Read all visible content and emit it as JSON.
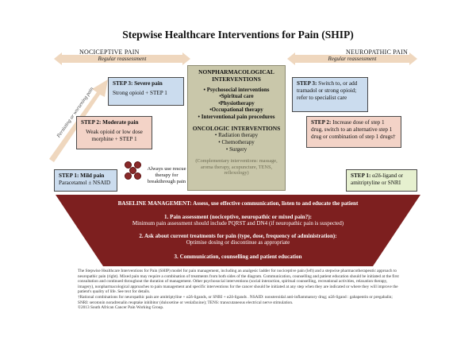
{
  "title": "Stepwise Healthcare Interventions for Pain (SHIP)",
  "left_column": {
    "heading": "NOCICEPTIVE PAIN",
    "reassessment": "Regular reassessment"
  },
  "right_column": {
    "heading": "NEUROPATHIC PAIN",
    "reassessment": "Regular reassessment"
  },
  "colors": {
    "arrow": "#efd7be",
    "step_blue": "#cbdcee",
    "step_pink": "#f3d3c7",
    "step_green": "#e6f0cf",
    "center": "#c9c7aa",
    "baseline": "#7d1f1f"
  },
  "nociceptive_steps": [
    {
      "title": "STEP 3: Severe pain",
      "body": "Strong opioid + STEP 1"
    },
    {
      "title": "STEP 2: Moderate pain",
      "body": "Weak opioid  or low dose morphine + STEP 1"
    },
    {
      "title": "STEP 1: Mild pain",
      "body": "Paracetamol ± NSAID"
    }
  ],
  "persisting_label": "Persisting or worsening pain",
  "rescue_note": "Always use rescue therapy for breakthrough pain",
  "neuropathic_steps": [
    {
      "title": "STEP 3:",
      "body": "Switch to, or add tramadol or strong opioid; refer to specialist care"
    },
    {
      "title": "STEP 2:",
      "body": "Increase dose of step 1 drug, switch to an alternative step 1 drug or combination of step 1 drugs†"
    },
    {
      "title": "STEP 1:",
      "body": "α2δ-ligand or amitriptyline or SNRI"
    }
  ],
  "center": {
    "nonpharm_heading": "NONPHARMACOLOGICAL INTERVENTIONS",
    "nonpharm_items": [
      "• Psychosocial interventions",
      "•Spiritual care",
      "•Physiotherapy",
      "•Occupational therapy",
      "• Interventional pain procedures"
    ],
    "onco_heading": "ONCOLOGIC INTERVENTIONS",
    "onco_items": [
      "• Radiation therapy",
      "• Chemotherapy",
      "• Surgery"
    ],
    "complementary": "(Complementary interventions: massage, aroma therapy, acupuncture, TENS, reflexology)"
  },
  "baseline": {
    "heading": "BASELINE MANAGEMENT: Assess, use effective communication, listen to and educate the patient",
    "item1_title": "1. Pain assessment (nociceptive, neuropathic or mixed pain?):",
    "item1_body": "Minimum pain assessment should include PQRST and DN4 (if neuropathic pain is suspected)",
    "item2_title": "2. Ask about current treatments for pain (type, dose, frequency of administration):",
    "item2_body": "Optimise dosing or discontinue as appropriate",
    "item3_title": "3. Communication, counselling and patient education"
  },
  "footer": {
    "p1": "The Stepwise Healthcare Interventions for Pain (SHIP) model for pain management, including an analgesic ladder for nociceptive pain (left) and a stepwise pharmacotherapeutic approach to neuropathic pain (right).  Mixed pain may require a combination of treatments from both sides of the diagram. Communication, counselling and patient education should be initiated at the first consultation and continued throughout the duration of management. Other psychosocial interventions (social interaction, spiritual counselling, recreational activities, relaxation therapy, imagery),  nonpharmacological approaches to pain management and specific interventions for the cancer should be initiated at any step when they are indicated or where they will improve the patient's quality of life. See text for details.",
    "p2": "†Rational combinations for neuropathic pain are amitriptyline + α2δ-ligands, or SNRI + α2δ-ligands . NSAID: nonsteroidal anti-inflammatory drug; α2δ-ligand : gabapentin or pregabalin; SNRI: serotonin noradrenalin reuptake inhibitor (duloxetine or venlafaxine); TENS: transcutaneous electrical nerve stimulation.",
    "p3": "©2013 South African Cancer Pain Working Group."
  }
}
